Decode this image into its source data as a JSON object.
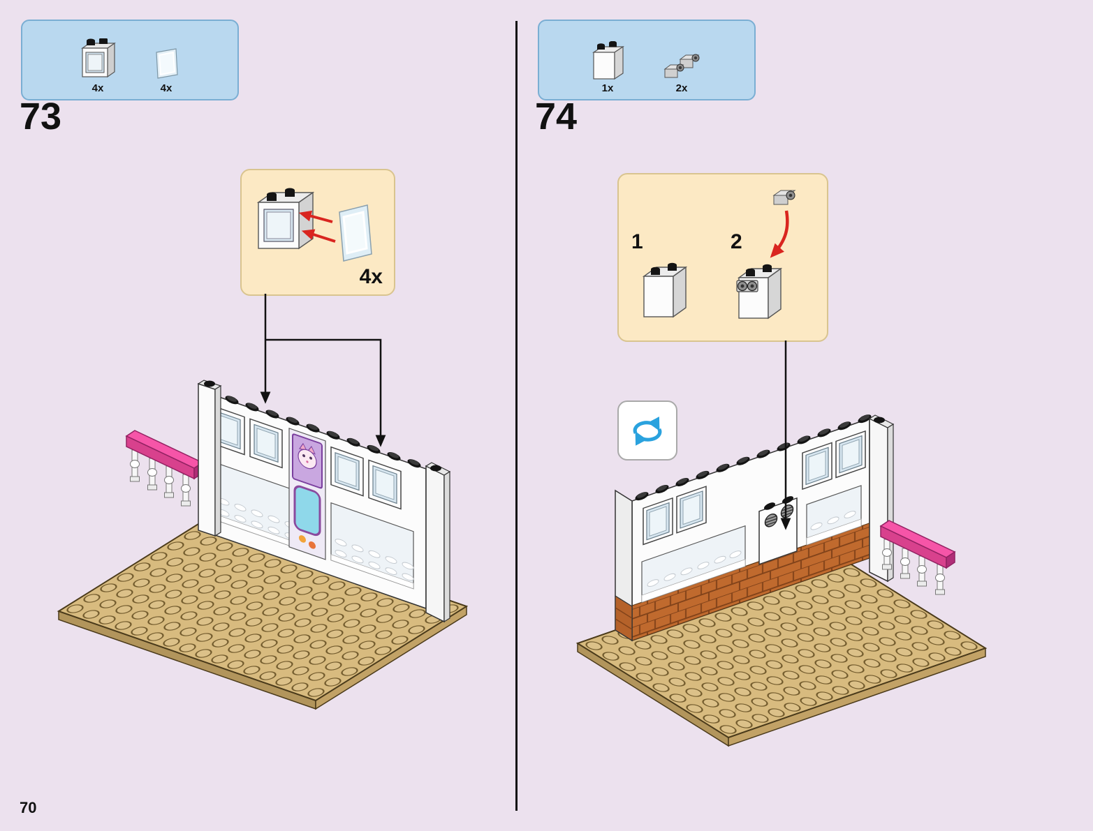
{
  "page": {
    "number": "70"
  },
  "colors": {
    "background": "#ece1ee",
    "parts_box_fill": "#b9d8ef",
    "parts_box_border": "#7aaed3",
    "callout_fill": "#fce9c4",
    "callout_border": "#d9c48f",
    "red_arrow": "#d9251f",
    "rotate_arrow_blue": "#2aa2de",
    "baseplate_tan": "#d8bb7f",
    "accent_pink": "#ee4fa5",
    "brick_brown": "#c06a2e"
  },
  "step73": {
    "number": "73",
    "parts": [
      {
        "icon": "window-frame-icon",
        "count": "4x"
      },
      {
        "icon": "glass-pane-icon",
        "count": "4x"
      }
    ],
    "callout_count": "4x"
  },
  "step74": {
    "number": "74",
    "rotate_icon": "rotate-view-icon",
    "parts": [
      {
        "icon": "white-brick-icon",
        "count": "1x"
      },
      {
        "icon": "grille-plate-icon",
        "count": "2x"
      }
    ],
    "substeps": [
      {
        "label": "1"
      },
      {
        "label": "2"
      }
    ]
  }
}
